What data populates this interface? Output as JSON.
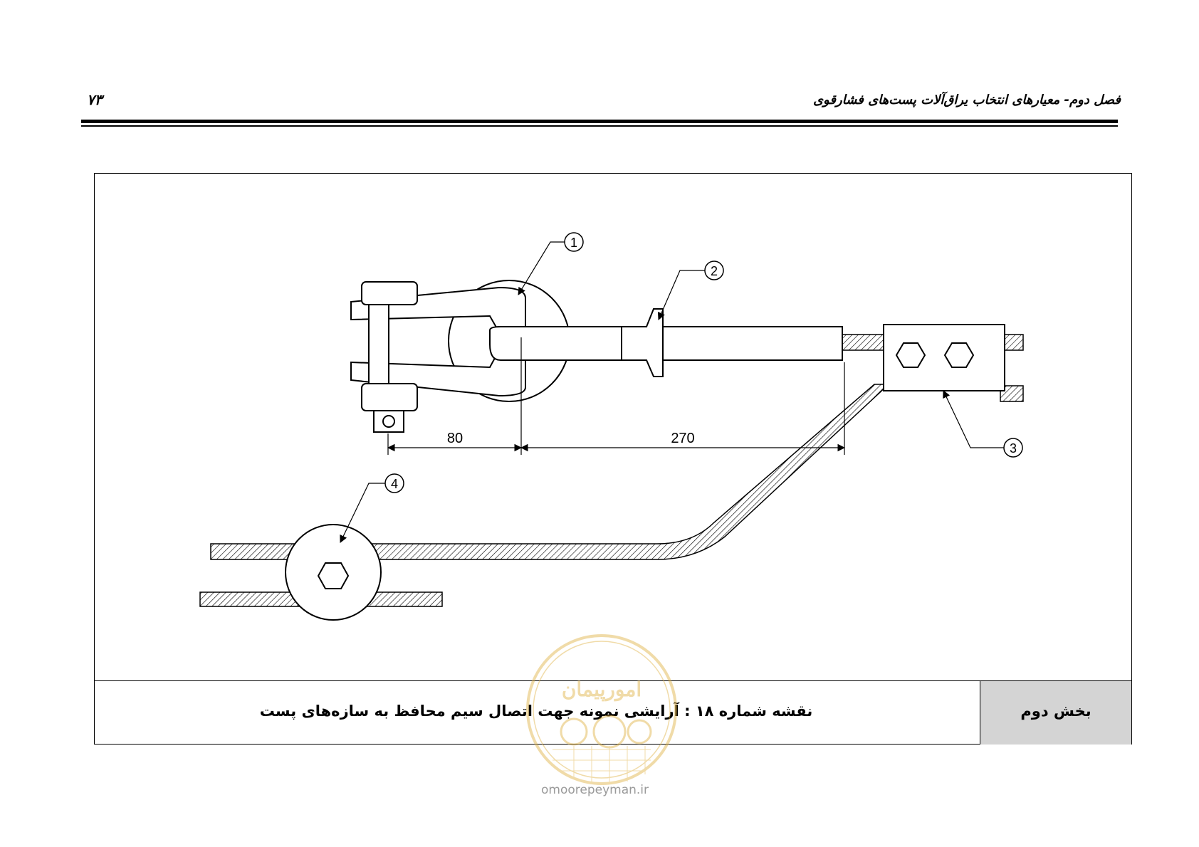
{
  "header": {
    "title": "فصل دوم- معیارهای انتخاب یراق‌آلات پست‌های فشارقوی",
    "page_number": "۷۳"
  },
  "drawing": {
    "dimensions": {
      "d1": "80",
      "d2": "270"
    },
    "callouts": {
      "c1": "1",
      "c2": "2",
      "c3": "3",
      "c4": "4"
    }
  },
  "caption": {
    "text": "نقشه شماره ۱۸ : آرایشی نمونه جهت اتصال سیم محافظ به سازه‌های پست",
    "section": "بخش دوم"
  },
  "watermark": {
    "url": "omoorepeyman.ir",
    "logo_text": "امورپیمان",
    "logo_color": "#e0b040"
  }
}
